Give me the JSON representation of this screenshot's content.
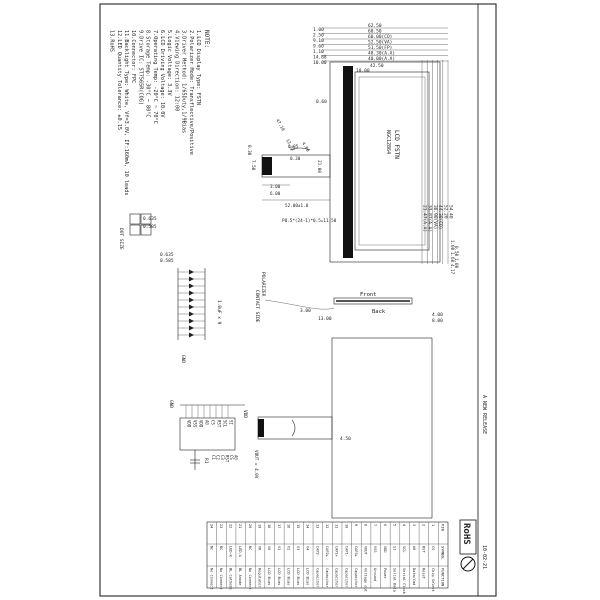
{
  "notes": {
    "title": "NOTE:",
    "lines": [
      "1.LCD Display Type: FSTN",
      "2.Polarizer Mode: Transflective/Positive",
      "3.Driver Method: 1/65Duty,1/9Bias",
      "4.Viewing Direction: 12:00",
      "5.Logic Voltage: 3.3V",
      "6.LCD Driving Voltage: 10.0V",
      "7.Operating Temp: -20°C ~ 70°C",
      "8.Storage Temp: -30°C ~ 80°C",
      "9.Drive IC: ST7565R(COG)",
      "10.Connector: FPC",
      "11.Backlight Type: White, Vf=3.0V, IF:160mA, 10 leads",
      "12.LED Quantity Tolerance: ±0.15",
      "13.RoHS"
    ]
  },
  "top_view": {
    "width_dims": [
      "62.50",
      "60.50",
      "60.00(CO)",
      "52.50(VA)",
      "51.50(FP)",
      "48.30(A.A)",
      "40.00(A.A)"
    ],
    "left_dims": [
      "1.00",
      "2.50",
      "9.10",
      "9.60",
      "1.10",
      "14.88",
      "10.00"
    ],
    "height_dims": [
      "54.40",
      "52.20",
      "44.30(CO)",
      "38.90(VA)",
      "33.87(A.A)",
      "21.47(A.A)"
    ],
    "right_dims": [
      "1.00",
      "0.50",
      "1.60",
      "1.00",
      "4.17"
    ],
    "inner_labels": [
      "10.00",
      "0.35",
      "42.50",
      "0.60"
    ],
    "fpc_dims": [
      "0.30",
      "47.10",
      "12.52",
      "0.85",
      "3.00",
      "6.00",
      "52.00±1.0",
      "P0.5*(24-1)*0.5=11.50",
      "21.00",
      "7.50",
      "4.00",
      "0.30"
    ],
    "glass_label": "LCD FSTN",
    "glass_sub": "NGC12864"
  },
  "pixel_detail": {
    "dims": [
      "0.635",
      "0.585",
      "0.635",
      "0.585"
    ],
    "caption": "DOT SIZE"
  },
  "side_view": {
    "front_label": "Front",
    "back_label": "Back",
    "left_note": "POLARIZER",
    "dims": [
      "3.00",
      "13.00",
      "4.00",
      "8.00"
    ],
    "bottom_note": "CONTACT SIDE"
  },
  "circuit": {
    "pins": [
      "VDD",
      "VSS",
      "VDD",
      "A0",
      "CS",
      "RST",
      "SCL",
      "SI"
    ],
    "labels": [
      "C1",
      "C2",
      "C3",
      "RST",
      "CS",
      "A0"
    ],
    "vlabel": "VDD",
    "gnd": "GND",
    "note": "VOUT = 4.0V",
    "caps": "1.0uF x 9",
    "ground": "GND",
    "r": "R1"
  },
  "pin_table": {
    "headers": [
      "PIN",
      "SYMBOL",
      "FUNCTION"
    ],
    "rows": [
      [
        "1",
        "CS",
        "Chip Select"
      ],
      [
        "2",
        "RST",
        "Reset"
      ],
      [
        "3",
        "A0",
        "Data/Cmd"
      ],
      [
        "4",
        "SCL",
        "Serial Clock"
      ],
      [
        "5",
        "SI",
        "Serial Data"
      ],
      [
        "6",
        "VDD",
        "Power"
      ],
      [
        "7",
        "VSS",
        "Ground"
      ],
      [
        "8",
        "VOUT",
        "Voltage out"
      ],
      [
        "9",
        "CAP3+",
        "Capacitor"
      ],
      [
        "10",
        "CAP1-",
        "Capacitor"
      ],
      [
        "11",
        "CAP1+",
        "Capacitor"
      ],
      [
        "12",
        "CAP2+",
        "Capacitor"
      ],
      [
        "13",
        "CAP2-",
        "Capacitor"
      ],
      [
        "14",
        "V4",
        "LCD Bias"
      ],
      [
        "15",
        "V3",
        "LCD Bias"
      ],
      [
        "16",
        "V2",
        "LCD Bias"
      ],
      [
        "17",
        "V1",
        "LCD Bias"
      ],
      [
        "18",
        "V0",
        "LCD Bias"
      ],
      [
        "19",
        "VR",
        "Regulator"
      ],
      [
        "20",
        "NC",
        "No Connect"
      ],
      [
        "21",
        "LED-A",
        "BL Anode"
      ],
      [
        "22",
        "LED-K",
        "BL Cathode"
      ],
      [
        "23",
        "NC",
        "No Connect"
      ],
      [
        "24",
        "NC",
        "No Connect"
      ]
    ]
  },
  "title_block": {
    "rev": "A  NEW RELEASE",
    "rohs": "RoHS",
    "date": "10-02-21"
  }
}
